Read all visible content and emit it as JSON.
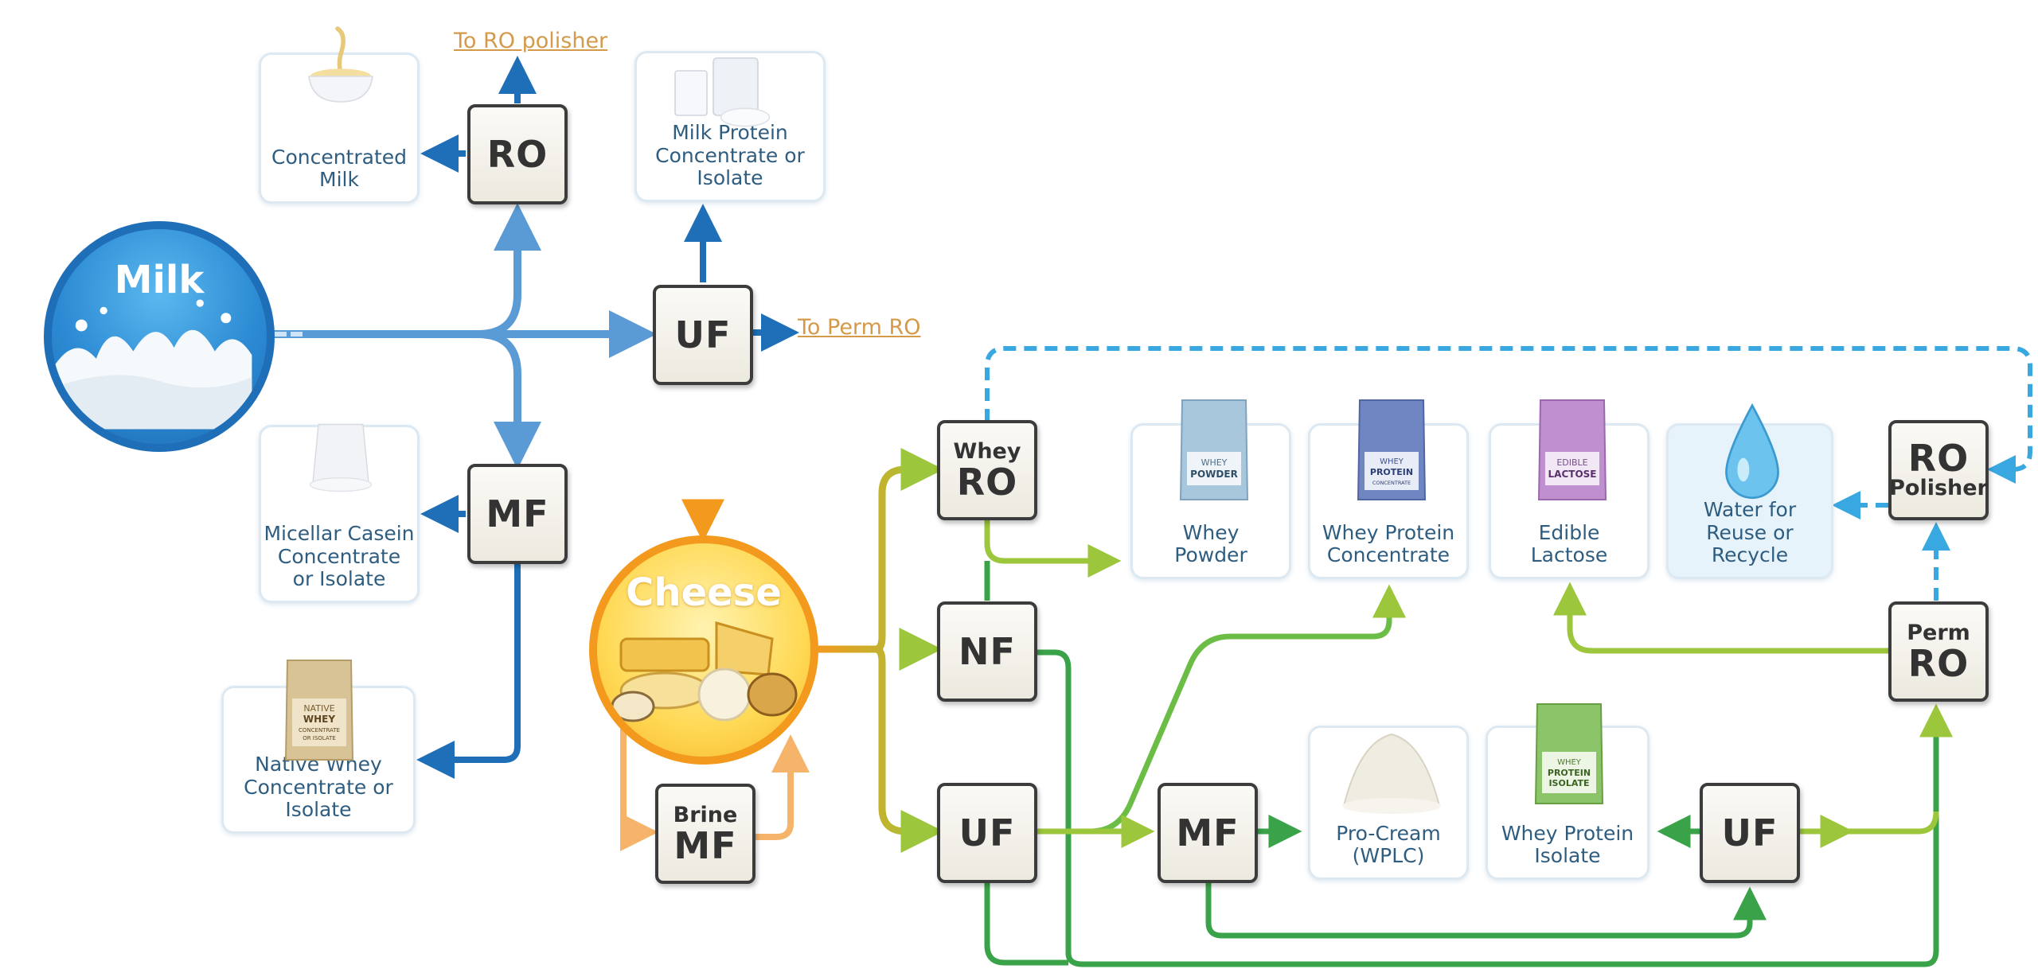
{
  "sources": {
    "milk": "Milk",
    "cheese": "Cheese"
  },
  "units": {
    "ro_top": "RO",
    "mf_left": "MF",
    "uf_top": "UF",
    "whey_ro": {
      "line1": "Whey",
      "line2": "RO"
    },
    "nf": "NF",
    "uf_bottom": "UF",
    "brine_mf": {
      "line1": "Brine",
      "line2": "MF"
    },
    "mf_bottom": "MF",
    "uf_right": "UF",
    "perm_ro": {
      "line1": "Perm",
      "line2": "RO"
    },
    "ro_polisher": {
      "line1": "RO",
      "line2": "Polisher"
    }
  },
  "products": {
    "concentrated_milk": "Concentrated\nMilk",
    "milk_protein": "Milk Protein\nConcentrate or Isolate",
    "micellar_casein": "Micellar Casein\nConcentrate\nor Isolate",
    "native_whey": "Native Whey\nConcentrate or Isolate",
    "whey_powder": "Whey\nPowder",
    "wpc": "Whey Protein\nConcentrate",
    "lactose": "Edible\nLactose",
    "water": "Water for\nReuse or Recycle",
    "pro_cream": "Pro-Cream\n(WPLC)",
    "wpi": "Whey Protein\nIsolate"
  },
  "package_labels": {
    "whey_powder": [
      "WHEY",
      "POWDER"
    ],
    "wpc": [
      "WHEY",
      "PROTEIN",
      "CONCENTRATE"
    ],
    "lactose": [
      "EDIBLE",
      "LACTOSE"
    ],
    "wpi": [
      "WHEY",
      "PROTEIN",
      "ISOLATE"
    ],
    "native": [
      "NATIVE",
      "WHEY",
      "CONCENTRATE",
      "OR ISOLATE"
    ]
  },
  "links": {
    "to_ro_polisher": "To RO polisher",
    "to_perm_ro": "To Perm RO"
  },
  "colors": {
    "milk_blue": "#1f6fb8",
    "light_blue": "#5b9bd5",
    "orange": "#f39a1e",
    "green_dark": "#3aa34a",
    "green_light": "#9cc63b",
    "dashed_blue": "#3aa8e0"
  }
}
